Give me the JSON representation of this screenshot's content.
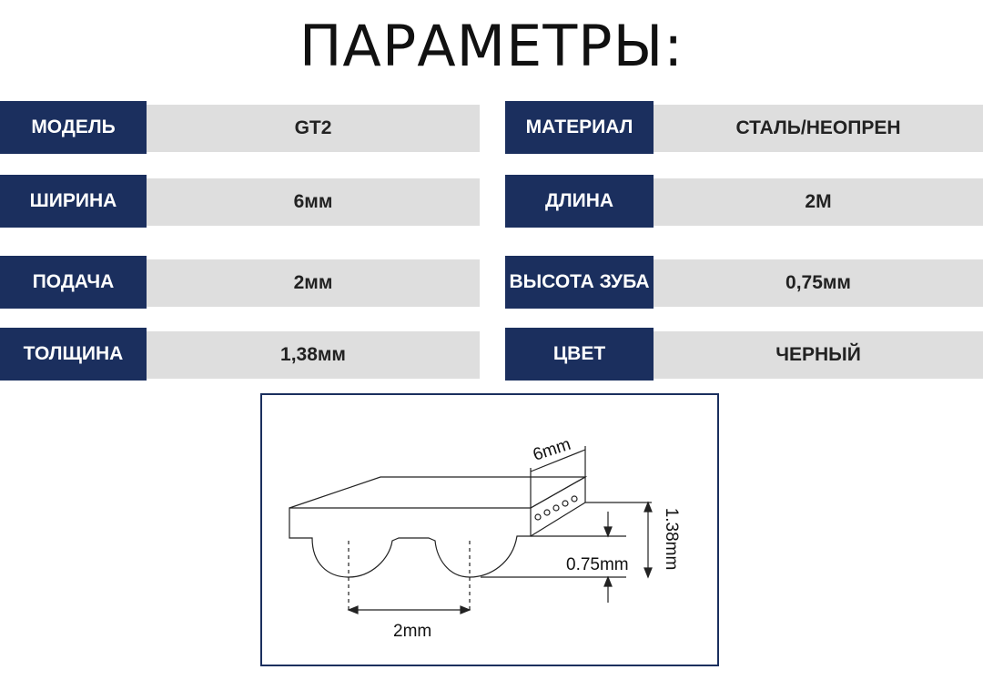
{
  "title": "ПАРАМЕТРЫ:",
  "params": {
    "left": [
      {
        "label": "МОДЕЛЬ",
        "value": "GT2"
      },
      {
        "label": "ШИРИНА",
        "value": "6мм"
      },
      {
        "label": "ПОДАЧА",
        "value": "2мм"
      },
      {
        "label": "ТОЛЩИНА",
        "value": "1,38мм"
      }
    ],
    "right": [
      {
        "label": "МАТЕРИАЛ",
        "value": "СТАЛЬ/НЕОПРЕН"
      },
      {
        "label": "ДЛИНА",
        "value": "2М"
      },
      {
        "label": "ВЫСОТА ЗУБА",
        "value": "0,75мм"
      },
      {
        "label": "ЦВЕТ",
        "value": "ЧЕРНЫЙ"
      }
    ]
  },
  "diagram": {
    "width_label": "6mm",
    "tooth_height_label": "0.75mm",
    "thickness_label": "1.38mm",
    "pitch_label": "2mm"
  },
  "colors": {
    "label_bg": "#1b2f5e",
    "value_bg": "#dedede"
  }
}
